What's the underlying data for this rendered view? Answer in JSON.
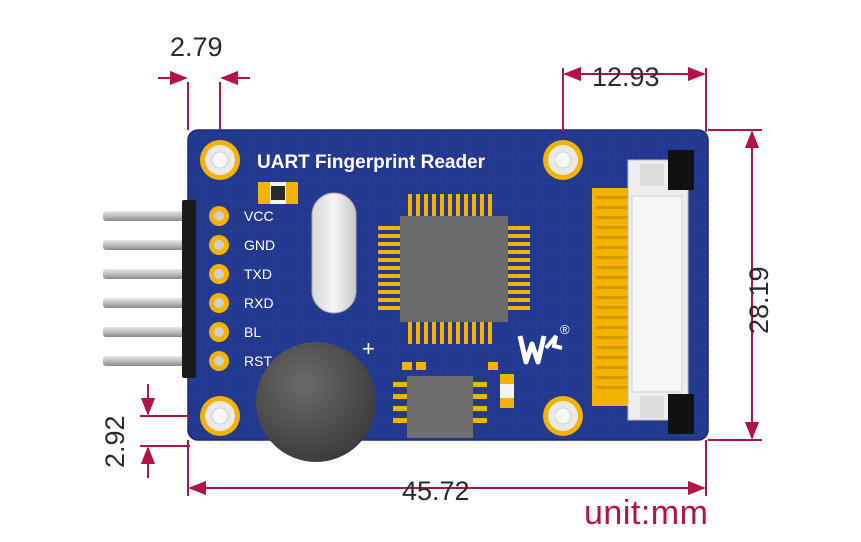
{
  "board": {
    "title": "UART Fingerprint Reader",
    "pins": [
      "VCC",
      "GND",
      "TXD",
      "RXD",
      "BL",
      "RST"
    ],
    "buzzer_mark": "+",
    "registered_mark": "®"
  },
  "dimensions": {
    "hole_offset_x": "2.79",
    "connector_width": "12.93",
    "board_height": "28.19",
    "hole_offset_y": "2.92",
    "board_width": "45.72"
  },
  "unit_label": "unit:mm",
  "colors": {
    "pcb": "#23388f",
    "dimension_line": "#b0144a",
    "gold": "#f3b300",
    "chip": "#6b6b6b",
    "buzzer": "#505050"
  },
  "icons": [
    "waveshare-logo-icon",
    "mounting-hole-icon",
    "fpc-connector-icon"
  ]
}
